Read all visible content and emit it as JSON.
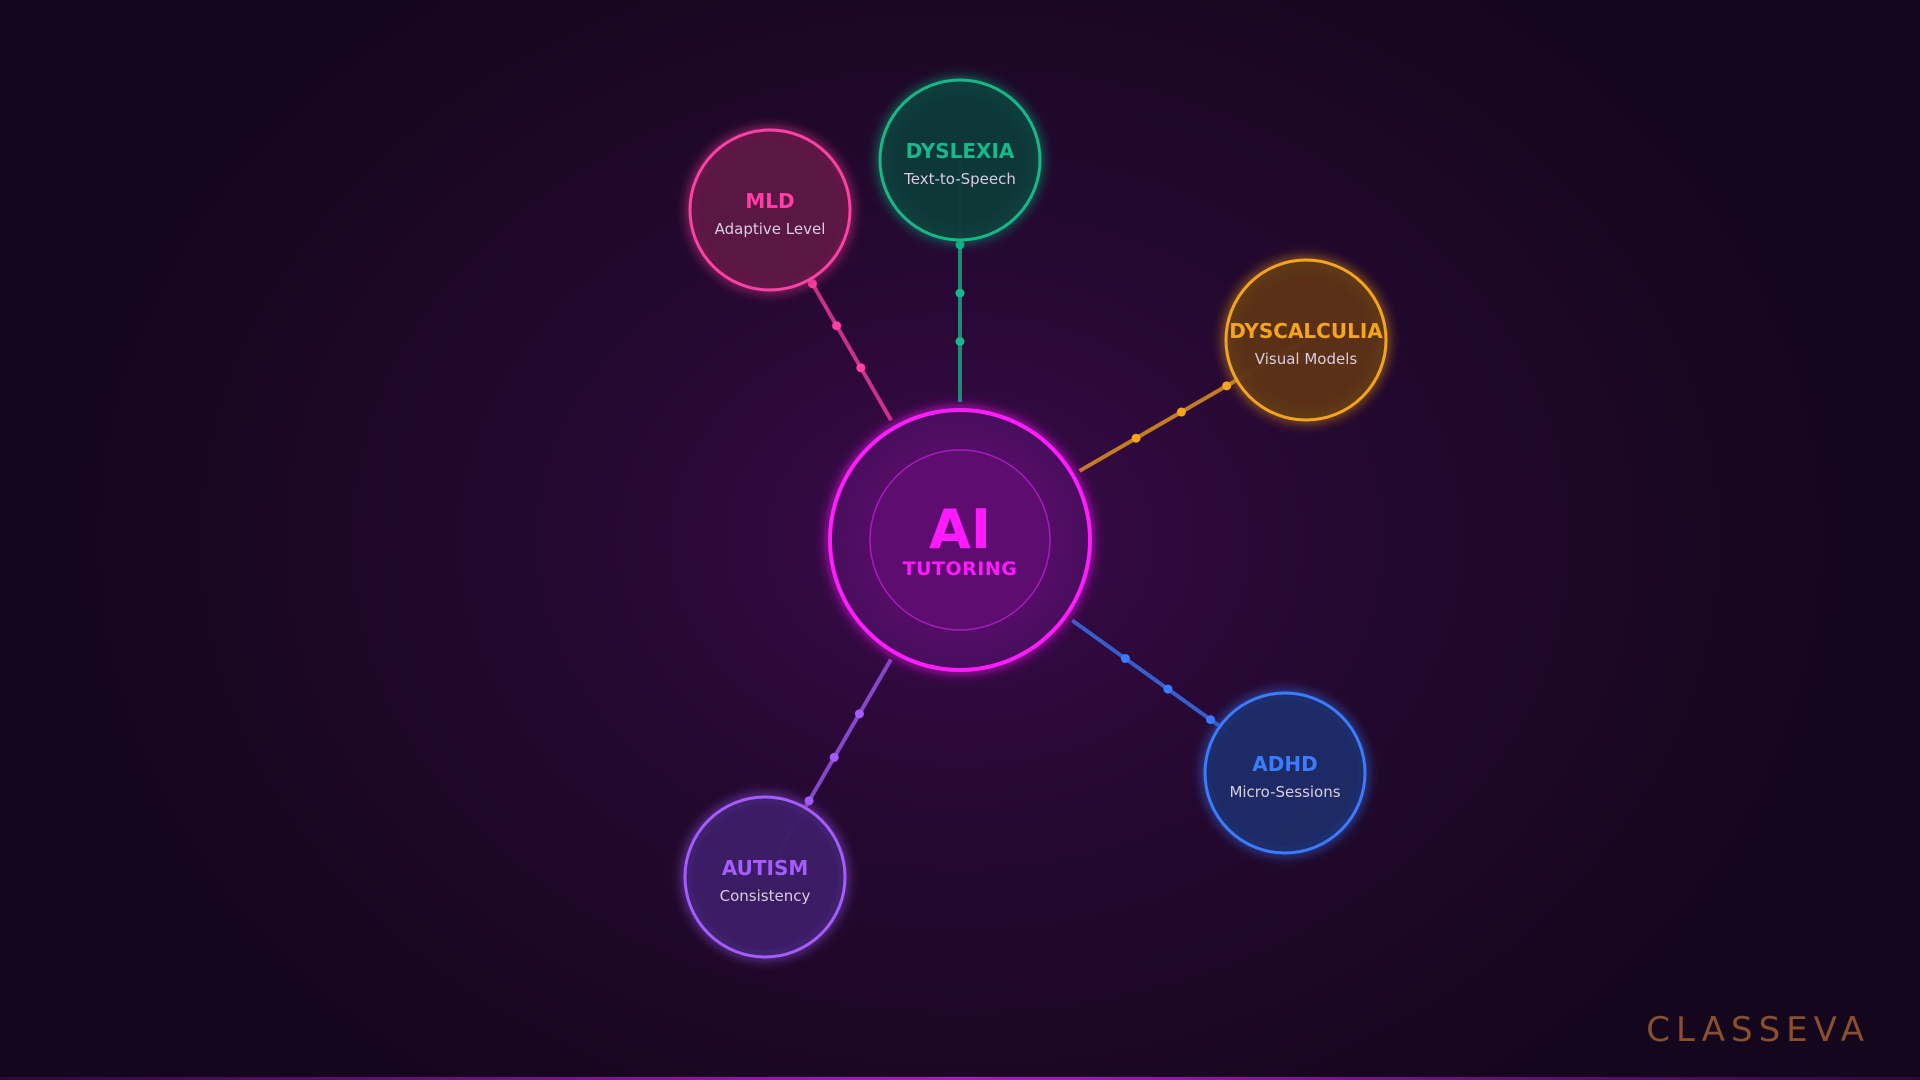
{
  "hub": {
    "title": "AI",
    "subtitle": "TUTORING",
    "color": "#ff1aff"
  },
  "nodes": [
    {
      "id": "mld",
      "title": "MLD",
      "subtitle": "Adaptive Level",
      "color": "#ff3fa4",
      "fill": "#5a1744"
    },
    {
      "id": "dyslexia",
      "title": "DYSLEXIA",
      "subtitle": "Text-to-Speech",
      "color": "#17b889",
      "fill": "#0f3a3a"
    },
    {
      "id": "dyscalculia",
      "title": "DYSCALCULIA",
      "subtitle": "Visual Models",
      "color": "#f5a41e",
      "fill": "#5a3418"
    },
    {
      "id": "adhd",
      "title": "ADHD",
      "subtitle": "Micro-Sessions",
      "color": "#3b7bff",
      "fill": "#1c2a66"
    },
    {
      "id": "autism",
      "title": "AUTISM",
      "subtitle": "Consistency",
      "color": "#a45cff",
      "fill": "#3c1d66"
    }
  ],
  "brand": {
    "name": "CLASSEVA",
    "color": "#8a4f2c"
  }
}
